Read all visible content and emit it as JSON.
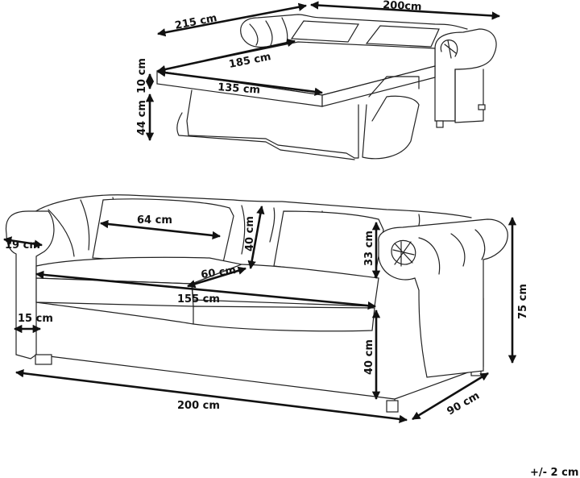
{
  "top_view": {
    "depth_open": "215 cm",
    "width": "200cm",
    "mattress_length": "185 cm",
    "mattress_width": "135 cm",
    "mattress_thickness": "10 cm",
    "bed_height": "44 cm"
  },
  "front_view": {
    "cushion_width": "64 cm",
    "cushion_height": "40 cm",
    "arm_width": "19 cm",
    "arm_height_above_seat": "33 cm",
    "seat_depth": "60 cm",
    "seat_width": "155 cm",
    "total_height": "75 cm",
    "arm_thickness": "15 cm",
    "seat_height": "40 cm",
    "total_width": "200 cm",
    "total_depth": "90 cm"
  },
  "tolerance": "+/- 2 cm"
}
